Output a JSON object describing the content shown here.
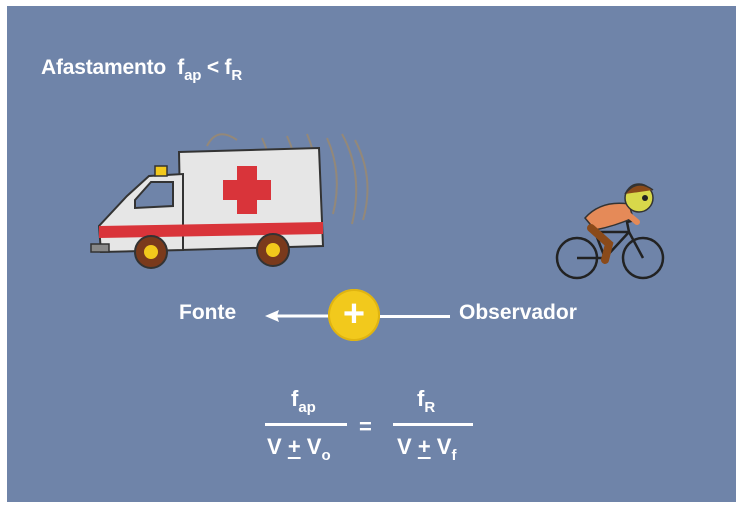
{
  "title": {
    "prefix": "Afastamento",
    "f1": "f",
    "sub1": "ap",
    "op": "<",
    "f2": "f",
    "sub2": "R"
  },
  "labels": {
    "fonte": "Fonte",
    "observador": "Observador",
    "sign": "+"
  },
  "formula": {
    "left_num_f": "f",
    "left_num_sub": "ap",
    "left_den_v": "V",
    "left_den_pm": "+",
    "left_den_v2": "V",
    "left_den_sub": "o",
    "equals": "=",
    "right_num_f": "f",
    "right_num_sub": "R",
    "right_den_v": "V",
    "right_den_pm": "+",
    "right_den_v2": "V",
    "right_den_sub": "f"
  },
  "colors": {
    "background": "#6f84a9",
    "accent_yellow": "#f2c91c",
    "text": "#ffffff"
  },
  "icons": [
    "ambulance-illustration",
    "cyclist-illustration",
    "left-arrow",
    "plus-circle"
  ]
}
